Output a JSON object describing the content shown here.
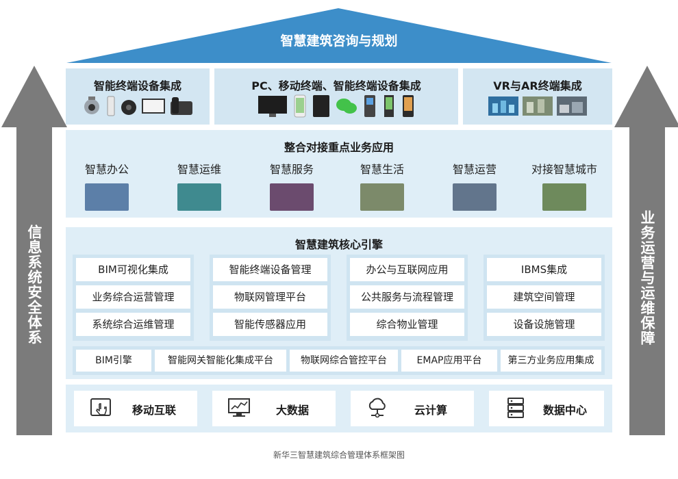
{
  "roof": {
    "title": "智慧建筑咨询与规划"
  },
  "left_arrow": {
    "label": "信息系统安全体系"
  },
  "right_arrow": {
    "label": "业务运营与运维保障"
  },
  "device_groups": [
    {
      "title": "智能终端设备集成",
      "icons": [
        "surveillance-camera-icon",
        "card-reader-icon",
        "dome-camera-icon",
        "display-panel-icon",
        "desk-phone-icon"
      ]
    },
    {
      "title": "PC、移动终端、智能终端设备集成",
      "icons": [
        "monitor-icon",
        "smartphone-icon",
        "tablet-icon",
        "wechat-icon",
        "kiosk-icon",
        "kiosk-icon",
        "kiosk-icon"
      ]
    },
    {
      "title": "VR与AR终端集成",
      "icons": [
        "vr-scene-image",
        "vr-scene-image",
        "vr-scene-image"
      ]
    }
  ],
  "business": {
    "title": "整合对接重点业务应用",
    "apps": [
      {
        "label": "智慧办公",
        "color": "#5c7fa8"
      },
      {
        "label": "智慧运维",
        "color": "#3f8a8f"
      },
      {
        "label": "智慧服务",
        "color": "#6b4b6e"
      },
      {
        "label": "智慧生活",
        "color": "#7c8a6a"
      },
      {
        "label": "智慧运营",
        "color": "#62758c"
      },
      {
        "label": "对接智慧城市",
        "color": "#6e8a5c"
      }
    ]
  },
  "core": {
    "title": "智慧建筑核心引擎",
    "groups": [
      [
        "BIM可视化集成",
        "业务综合运营管理",
        "系统综合运维管理"
      ],
      [
        "智能终端设备管理",
        "物联网管理平台",
        "智能传感器应用"
      ],
      [
        "办公与互联网应用",
        "公共服务与流程管理",
        "综合物业管理"
      ],
      [
        "IBMS集成",
        "建筑空间管理",
        "设备设施管理"
      ]
    ],
    "platforms": [
      "BIM引擎",
      "智能网关智能化集成平台",
      "物联网综合管控平台",
      "EMAP应用平台",
      "第三方业务应用集成"
    ]
  },
  "infrastructure": [
    {
      "label": "移动互联",
      "icon": "touch-screen-icon"
    },
    {
      "label": "大数据",
      "icon": "monitor-chart-icon"
    },
    {
      "label": "云计算",
      "icon": "cloud-network-icon"
    },
    {
      "label": "数据中心",
      "icon": "server-rack-icon"
    }
  ],
  "caption": "新华三智慧建筑综合管理体系框架图",
  "colors": {
    "roof": "#3d8ec9",
    "arrow": "#7b7b7b",
    "panel": "#dfeef7",
    "group": "#cfe4f1"
  }
}
